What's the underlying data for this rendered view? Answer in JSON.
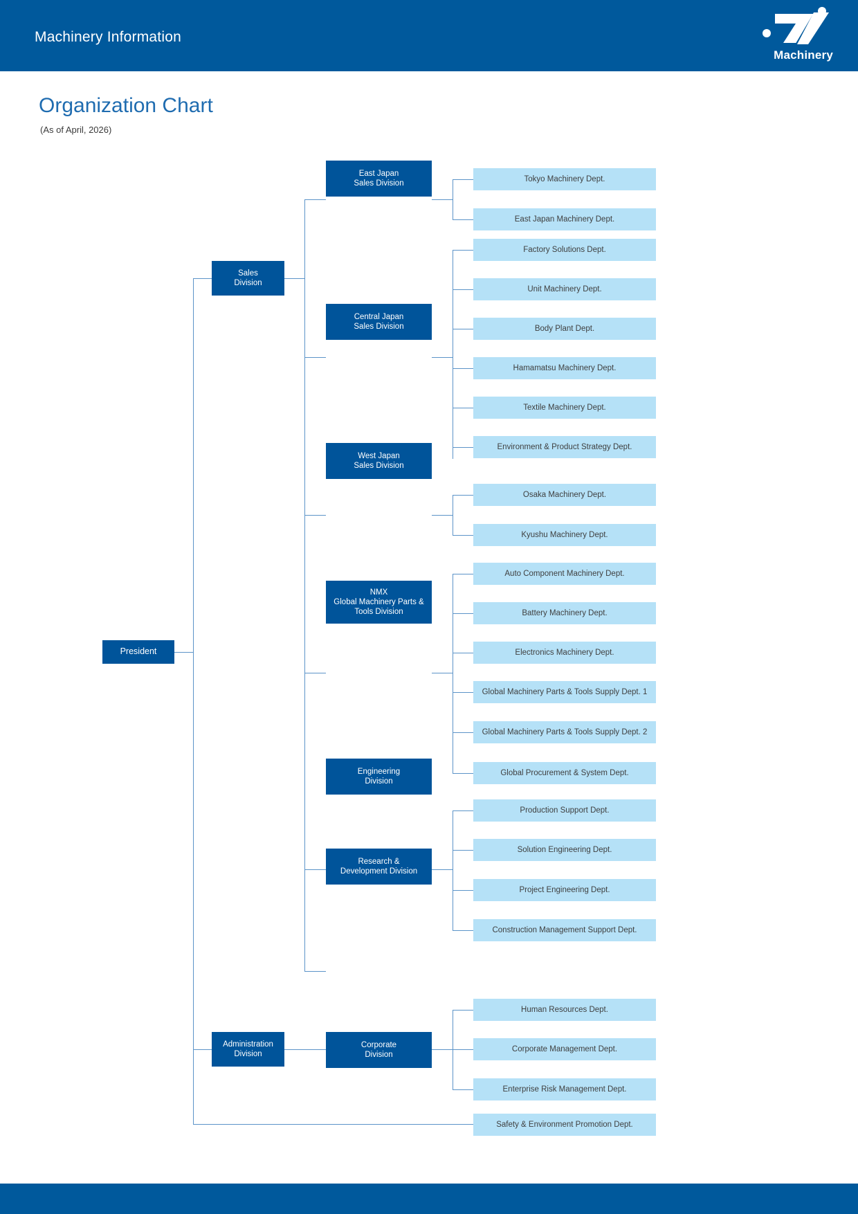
{
  "header": {
    "title": "Machinery Information",
    "logo_word": "Machinery",
    "logo_icon": "machinery-swoosh-logo",
    "bar_color": "#00599c"
  },
  "page": {
    "title": "Organization Chart",
    "subtitle": "(As of April, 2026)",
    "title_color": "#1f6cb0"
  },
  "colors": {
    "division_box": "#00549a",
    "department_box": "#b5e1f7",
    "connector_line": "#5b93c8",
    "division_text": "#ffffff",
    "department_text": "#3f3f3f"
  },
  "chart_data": {
    "type": "diagram",
    "title": "Organization Chart",
    "subtitle": "(As of April, 2026)",
    "root": "President",
    "nodes": {
      "president": {
        "label": "President",
        "level": 0
      },
      "sales_division": {
        "label": "Sales\nDivision",
        "level": 1
      },
      "administration_division": {
        "label": "Administration\nDivision",
        "level": 1
      },
      "east_japan": {
        "label": "East Japan\nSales Division",
        "level": 2
      },
      "central_japan": {
        "label": "Central Japan\nSales Division",
        "level": 2
      },
      "west_japan": {
        "label": "West Japan\nSales Division",
        "level": 2
      },
      "nmx": {
        "label": "NMX\nGlobal Machinery Parts &\nTools Division",
        "level": 2
      },
      "engineering": {
        "label": "Engineering\nDivision",
        "level": 2
      },
      "research_development": {
        "label": "Research &\nDevelopment Division",
        "level": 2
      },
      "corporate": {
        "label": "Corporate\nDivision",
        "level": 2
      }
    },
    "edges": [
      [
        "president",
        "sales_division"
      ],
      [
        "president",
        "administration_division"
      ],
      [
        "president",
        "safety_environment_promotion"
      ],
      [
        "sales_division",
        "east_japan"
      ],
      [
        "sales_division",
        "central_japan"
      ],
      [
        "sales_division",
        "west_japan"
      ],
      [
        "sales_division",
        "nmx"
      ],
      [
        "sales_division",
        "engineering"
      ],
      [
        "sales_division",
        "research_development"
      ],
      [
        "administration_division",
        "corporate"
      ]
    ]
  },
  "nodes": {
    "president": {
      "line1": "President",
      "line2": "",
      "line3": ""
    },
    "sales_division": {
      "line1": "Sales",
      "line2": "Division",
      "line3": ""
    },
    "administration_division": {
      "line1": "Administration",
      "line2": "Division",
      "line3": ""
    },
    "east_japan": {
      "line1": "East Japan",
      "line2": "Sales Division",
      "line3": ""
    },
    "central_japan": {
      "line1": "Central Japan",
      "line2": "Sales Division",
      "line3": ""
    },
    "west_japan": {
      "line1": "West Japan",
      "line2": "Sales Division",
      "line3": ""
    },
    "nmx": {
      "line1": "NMX",
      "line2": "Global Machinery Parts &",
      "line3": "Tools Division"
    },
    "engineering": {
      "line1": "Engineering",
      "line2": "Division",
      "line3": ""
    },
    "research_development": {
      "line1": "Research &",
      "line2": "Development Division",
      "line3": ""
    },
    "corporate": {
      "line1": "Corporate",
      "line2": "Division",
      "line3": ""
    }
  },
  "departments": {
    "tokyo_machinery": "Tokyo Machinery Dept.",
    "east_japan_machinery": "East Japan Machinery Dept.",
    "factory_solutions": "Factory Solutions Dept.",
    "unit_machinery": "Unit Machinery Dept.",
    "body_plant": "Body Plant Dept.",
    "hamamatsu_machinery": "Hamamatsu Machinery Dept.",
    "textile_machinery": "Textile Machinery Dept.",
    "environment_product_strategy": "Environment & Product Strategy Dept.",
    "osaka_machinery": "Osaka Machinery Dept.",
    "kyushu_machinery": "Kyushu Machinery Dept.",
    "auto_component_machinery": "Auto Component Machinery Dept.",
    "battery_machinery": "Battery Machinery Dept.",
    "electronics_machinery": "Electronics Machinery Dept.",
    "global_parts_supply_1": "Global Machinery Parts & Tools Supply Dept. 1",
    "global_parts_supply_2": "Global Machinery Parts & Tools Supply Dept. 2",
    "global_procurement_system": "Global Procurement & System Dept.",
    "production_support": "Production Support Dept.",
    "solution_engineering": "Solution Engineering Dept.",
    "project_engineering": "Project Engineering Dept.",
    "construction_management_support": "Construction Management Support Dept.",
    "human_resources": "Human Resources Dept.",
    "corporate_management": "Corporate Management Dept.",
    "enterprise_risk_management": "Enterprise Risk Management Dept.",
    "safety_environment_promotion": "Safety & Environment Promotion Dept."
  }
}
